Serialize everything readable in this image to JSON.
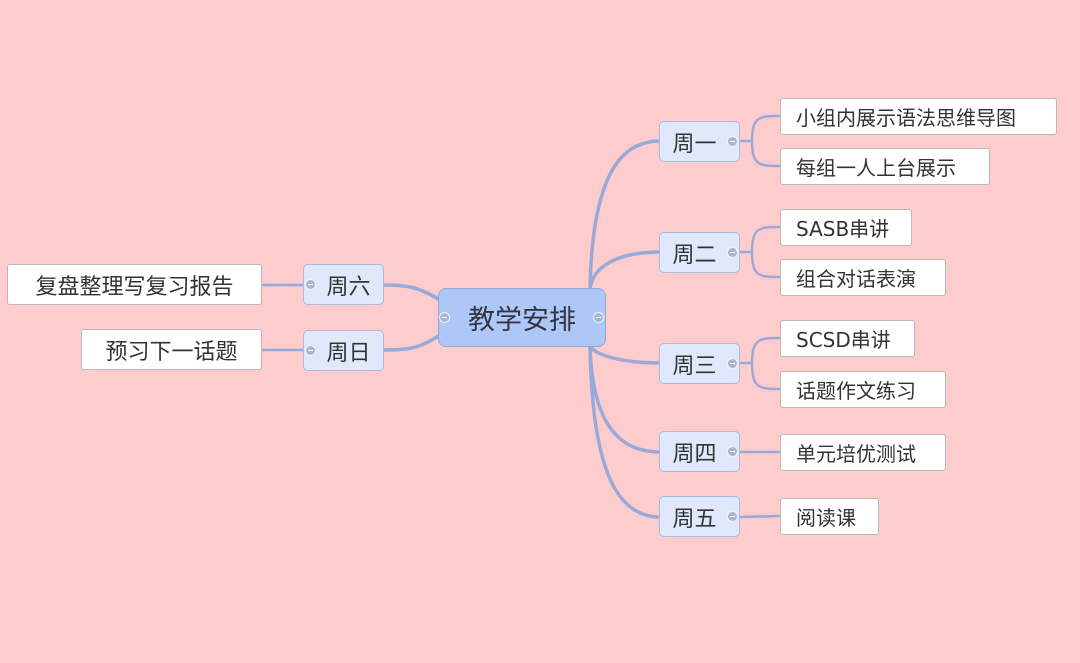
{
  "root": {
    "label": "教学安排"
  },
  "right_branches": [
    {
      "label": "周一",
      "children": [
        "小组内展示语法思维导图",
        "每组一人上台展示"
      ]
    },
    {
      "label": "周二",
      "children": [
        "SASB串讲",
        "组合对话表演"
      ]
    },
    {
      "label": "周三",
      "children": [
        "SCSD串讲",
        "话题作文练习"
      ]
    },
    {
      "label": "周四",
      "children": [
        "单元培优测试"
      ]
    },
    {
      "label": "周五",
      "children": [
        "阅读课"
      ]
    }
  ],
  "left_branches": [
    {
      "label": "周六",
      "children": [
        "复盘整理写复习报告"
      ]
    },
    {
      "label": "周日",
      "children": [
        "预习下一话题"
      ]
    }
  ],
  "colors": {
    "background": "#fecccc",
    "connector": "#9aaad8",
    "root_fill": "#adc8f6",
    "branch_fill": "#e0e9fb"
  }
}
